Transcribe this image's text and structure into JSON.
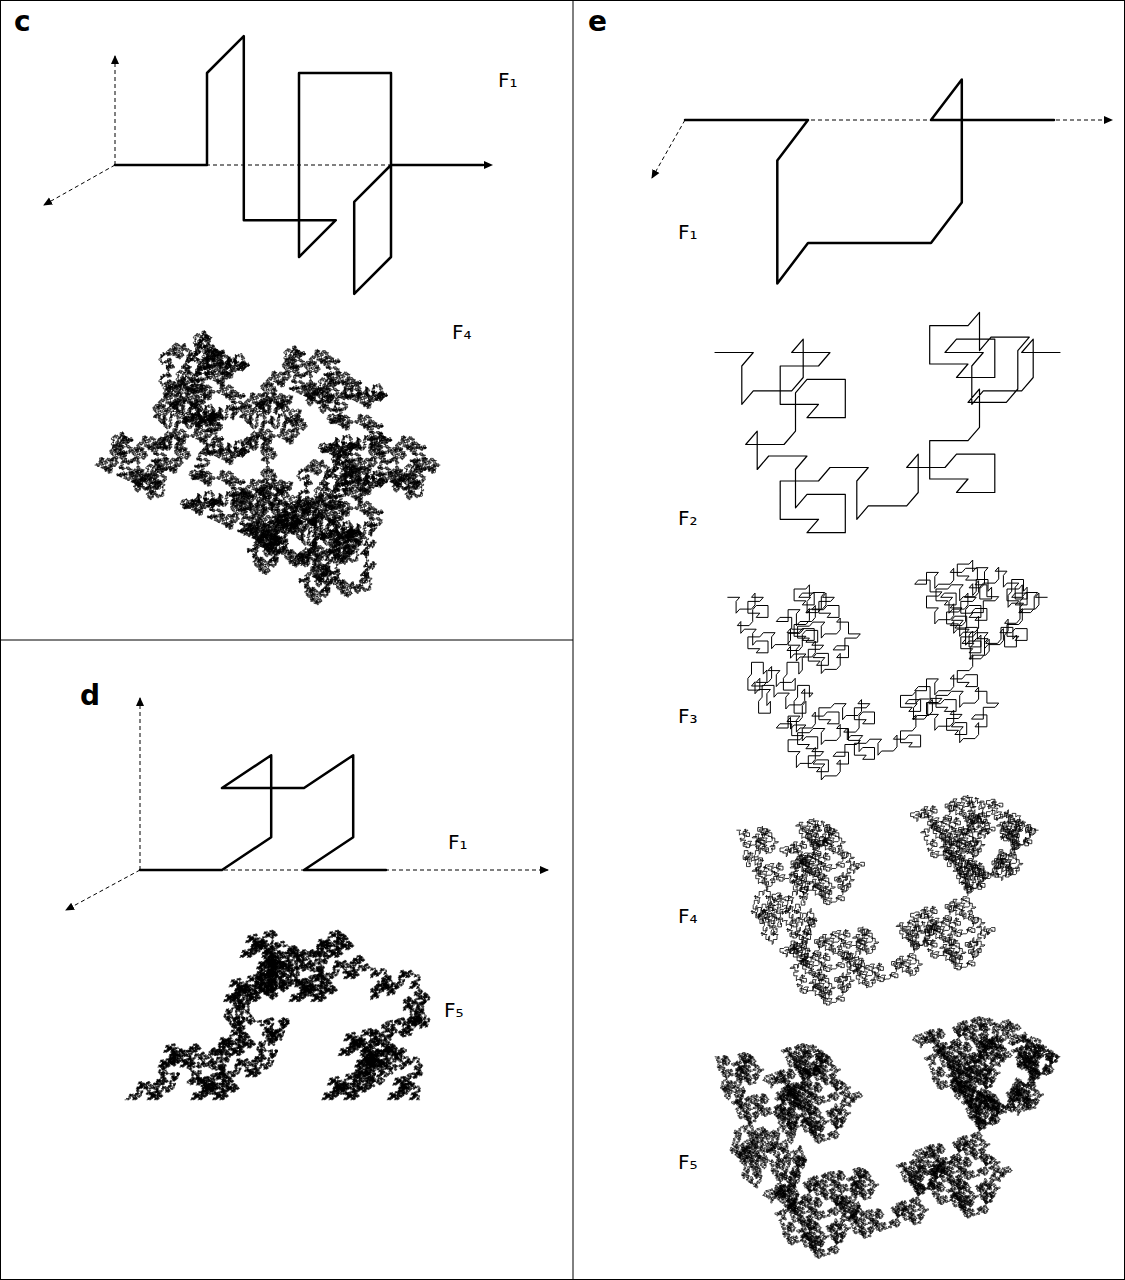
{
  "diagram": {
    "labels": [
      "c",
      "F₁",
      "F₄",
      "d",
      "F₁",
      "F₅",
      "e",
      "F₁",
      "F₂",
      "F₃",
      "F₄",
      "F₅"
    ]
  }
}
